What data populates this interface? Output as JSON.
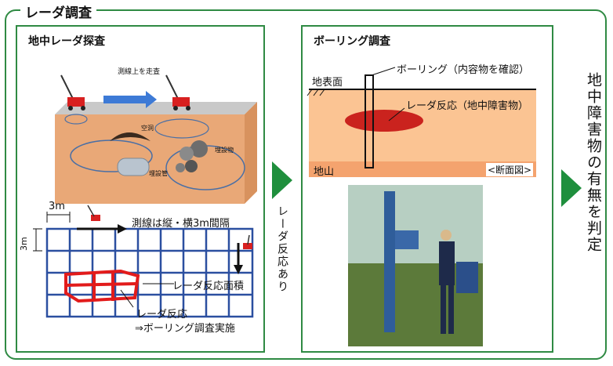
{
  "title": "レーダ調査",
  "left_panel": {
    "title": "地中レーダ探査",
    "top_arrow_label": "測線上を走査",
    "labels": {
      "cavity": "空洞",
      "buried_obj": "埋設物",
      "buried_pipe": "埋設管"
    },
    "grid_spacing_h": "3m",
    "grid_spacing_v": "3m",
    "survey_line_note": "測線は縦・横3m間隔",
    "radar_area": "レーダ反応面積",
    "radar_reaction": "レーダ反応",
    "boring_note": "⇒ボーリング調査実施"
  },
  "middle_arrow_label": "レーダ反応あり",
  "right_panel": {
    "title": "ボーリング調査",
    "ground_surface": "地表面",
    "boring_label": "ボーリング（内容物を確認）",
    "radar_label": "レーダ反応（地中障害物）",
    "bedrock": "地山",
    "section_label": "<断面図>"
  },
  "conclusion": "地中障害物の有無を判定",
  "colors": {
    "frame": "#2f8a43",
    "arrow": "#1f8f3d",
    "grid": "#2b4fa0",
    "radar_red": "#e21b1b",
    "soil": "#e9a877"
  }
}
